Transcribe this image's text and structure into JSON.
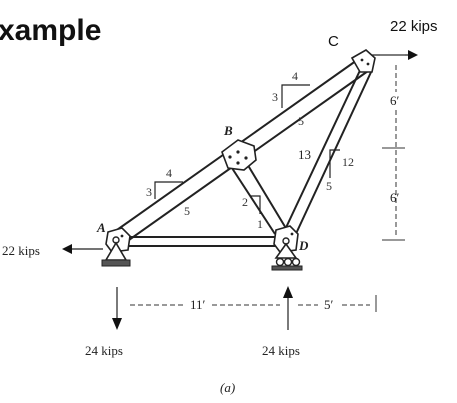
{
  "title": "xample",
  "joints": {
    "A": "A",
    "B": "B",
    "C": "C",
    "D": "D"
  },
  "loads": {
    "top_right": "22 kips",
    "left": "22 kips",
    "bottom_left": "24 kips",
    "bottom_right": "24 kips"
  },
  "dimensions": {
    "upper_height": "6′",
    "lower_height": "6′",
    "span_AD": "11′",
    "span_right": "5′"
  },
  "slopes": {
    "AC_upper_run": "4",
    "AC_upper_rise": "3",
    "AC_upper_hyp": "5",
    "AC_lower_run": "4",
    "AC_lower_rise": "3",
    "AC_lower_hyp": "5",
    "BD_rise": "2",
    "BD_run": "1",
    "CD_hyp": "13",
    "CD_rise": "12",
    "CD_run": "5"
  },
  "caption": "(a)"
}
